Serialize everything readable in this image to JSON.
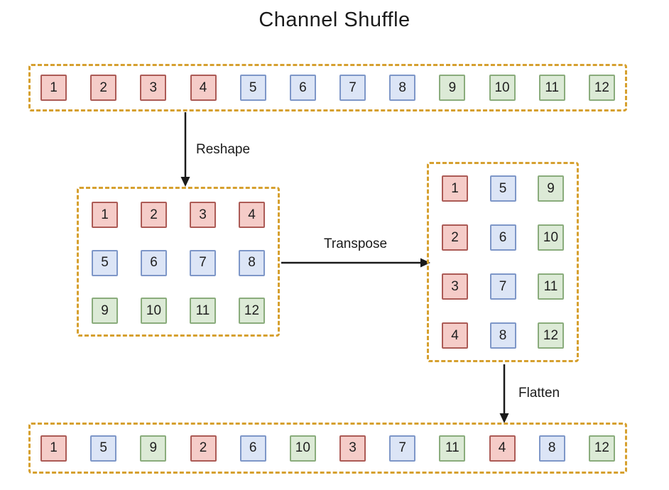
{
  "title": "Channel Shuffle",
  "labels": {
    "reshape": "Reshape",
    "transpose": "Transpose",
    "flatten": "Flatten"
  },
  "colors": {
    "red_fill": "#f5ccc8",
    "red_border": "#ac5b56",
    "blue_fill": "#dce5f6",
    "blue_border": "#7e97c8",
    "green_fill": "#dcead6",
    "green_border": "#8aac7c",
    "dashed_container": "#d6a02f",
    "arrow": "#1a1a1a"
  },
  "top_row": [
    {
      "label": "1",
      "color": "red"
    },
    {
      "label": "2",
      "color": "red"
    },
    {
      "label": "3",
      "color": "red"
    },
    {
      "label": "4",
      "color": "red"
    },
    {
      "label": "5",
      "color": "blue"
    },
    {
      "label": "6",
      "color": "blue"
    },
    {
      "label": "7",
      "color": "blue"
    },
    {
      "label": "8",
      "color": "blue"
    },
    {
      "label": "9",
      "color": "green"
    },
    {
      "label": "10",
      "color": "green"
    },
    {
      "label": "11",
      "color": "green"
    },
    {
      "label": "12",
      "color": "green"
    }
  ],
  "mid_grid": [
    {
      "label": "1",
      "color": "red"
    },
    {
      "label": "2",
      "color": "red"
    },
    {
      "label": "3",
      "color": "red"
    },
    {
      "label": "4",
      "color": "red"
    },
    {
      "label": "5",
      "color": "blue"
    },
    {
      "label": "6",
      "color": "blue"
    },
    {
      "label": "7",
      "color": "blue"
    },
    {
      "label": "8",
      "color": "blue"
    },
    {
      "label": "9",
      "color": "green"
    },
    {
      "label": "10",
      "color": "green"
    },
    {
      "label": "11",
      "color": "green"
    },
    {
      "label": "12",
      "color": "green"
    }
  ],
  "right_grid": [
    {
      "label": "1",
      "color": "red"
    },
    {
      "label": "5",
      "color": "blue"
    },
    {
      "label": "9",
      "color": "green"
    },
    {
      "label": "2",
      "color": "red"
    },
    {
      "label": "6",
      "color": "blue"
    },
    {
      "label": "10",
      "color": "green"
    },
    {
      "label": "3",
      "color": "red"
    },
    {
      "label": "7",
      "color": "blue"
    },
    {
      "label": "11",
      "color": "green"
    },
    {
      "label": "4",
      "color": "red"
    },
    {
      "label": "8",
      "color": "blue"
    },
    {
      "label": "12",
      "color": "green"
    }
  ],
  "bottom_row": [
    {
      "label": "1",
      "color": "red"
    },
    {
      "label": "5",
      "color": "blue"
    },
    {
      "label": "9",
      "color": "green"
    },
    {
      "label": "2",
      "color": "red"
    },
    {
      "label": "6",
      "color": "blue"
    },
    {
      "label": "10",
      "color": "green"
    },
    {
      "label": "3",
      "color": "red"
    },
    {
      "label": "7",
      "color": "blue"
    },
    {
      "label": "11",
      "color": "green"
    },
    {
      "label": "4",
      "color": "red"
    },
    {
      "label": "8",
      "color": "blue"
    },
    {
      "label": "12",
      "color": "green"
    }
  ]
}
